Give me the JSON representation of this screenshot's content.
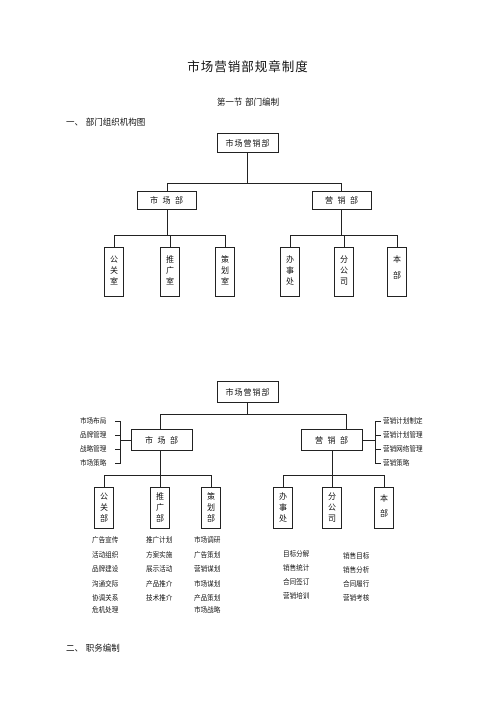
{
  "doc_title": "市场营销部规章制度",
  "section_title": "第一节 部门编制",
  "heading1": "一、 部门组织机构图",
  "heading2": "二、 职务编制",
  "chart1": {
    "root": "市场营销部",
    "left_dept": "市 场 部",
    "right_dept": "营 销 部",
    "sub": [
      {
        "chars": [
          "公",
          "关",
          "室"
        ]
      },
      {
        "chars": [
          "推",
          "广",
          "室"
        ]
      },
      {
        "chars": [
          "策",
          "划",
          "室"
        ]
      },
      {
        "chars": [
          "办",
          "事",
          "处"
        ]
      },
      {
        "chars": [
          "分",
          "公",
          "司"
        ]
      },
      {
        "chars": [
          "本",
          "部"
        ]
      }
    ]
  },
  "chart2": {
    "root": "市场营销部",
    "left_dept": "市 场 部",
    "right_dept": "营 销 部",
    "left_duties": [
      "市场布局",
      "品牌管理",
      "战略管理",
      "市场策略"
    ],
    "right_duties": [
      "营销计划制定",
      "营销计划管理",
      "营销网络管理",
      "营销策略"
    ],
    "sub": [
      {
        "chars": [
          "公",
          "关",
          "部"
        ]
      },
      {
        "chars": [
          "推",
          "广",
          "部"
        ]
      },
      {
        "chars": [
          "策",
          "划",
          "部"
        ]
      },
      {
        "chars": [
          "办",
          "事",
          "处"
        ]
      },
      {
        "chars": [
          "分",
          "公",
          "司"
        ]
      },
      {
        "chars": [
          "本",
          "部"
        ]
      }
    ],
    "columns": [
      [
        "广告宣传",
        "活动组织",
        "品牌建设",
        "沟通交际",
        "协调关系",
        "危机处理"
      ],
      [
        "推广计划",
        "方案实施",
        "展示活动",
        "产品推介",
        "技术推介"
      ],
      [
        "市场调研",
        "广告策划",
        "营销谋划",
        "市场谋划",
        "产品策划",
        "市场战略"
      ],
      [
        "目标分解",
        "销售统计",
        "合同签订",
        "营销培训"
      ],
      [
        "销售目标",
        "销售分析",
        "合同履行",
        "营销考核"
      ]
    ]
  }
}
